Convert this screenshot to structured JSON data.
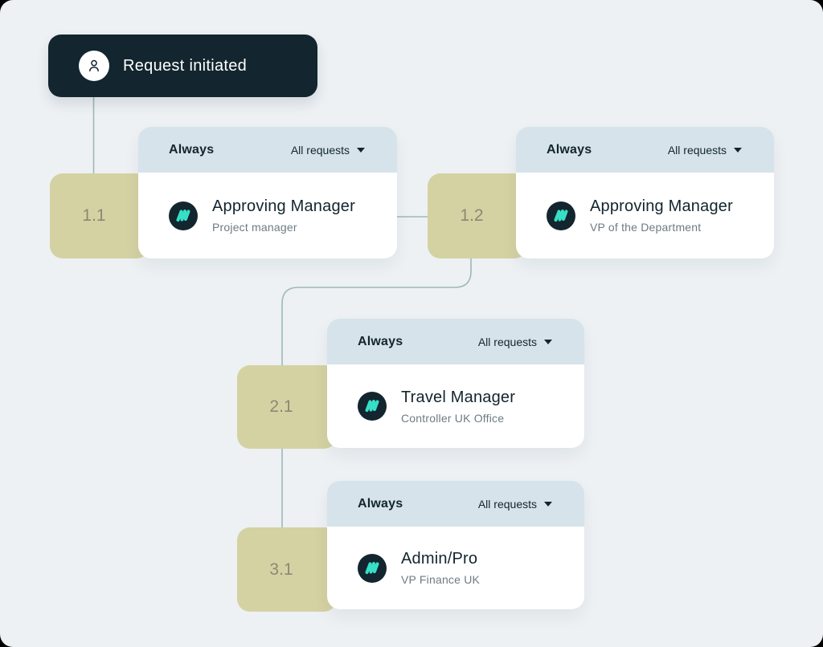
{
  "colors": {
    "page_background": "#EDF1F4",
    "outside_corner": "#000000",
    "dark_navy": "#13252E",
    "step_tab_olive": "#D4D2A3",
    "step_number_text": "#8A8A74",
    "card_header_blue": "#D6E3EA",
    "logo_teal": "#36DFC6",
    "subtitle_gray": "#6E7B82",
    "connector_line": "#9FB7B8",
    "card_background": "#FFFFFF"
  },
  "start_node": {
    "label": "Request initiated",
    "icon": "person-icon"
  },
  "nodes": [
    {
      "step": "1.1",
      "condition_label": "Always",
      "scope_label": "All requests",
      "title": "Approving Manager",
      "subtitle": "Project manager",
      "icon": "travelperk-logo-icon"
    },
    {
      "step": "1.2",
      "condition_label": "Always",
      "scope_label": "All requests",
      "title": "Approving Manager",
      "subtitle": "VP of the Department",
      "icon": "travelperk-logo-icon"
    },
    {
      "step": "2.1",
      "condition_label": "Always",
      "scope_label": "All requests",
      "title": "Travel Manager",
      "subtitle": "Controller UK Office",
      "icon": "travelperk-logo-icon"
    },
    {
      "step": "3.1",
      "condition_label": "Always",
      "scope_label": "All requests",
      "title": "Admin/Pro",
      "subtitle": "VP Finance UK",
      "icon": "travelperk-logo-icon"
    }
  ]
}
